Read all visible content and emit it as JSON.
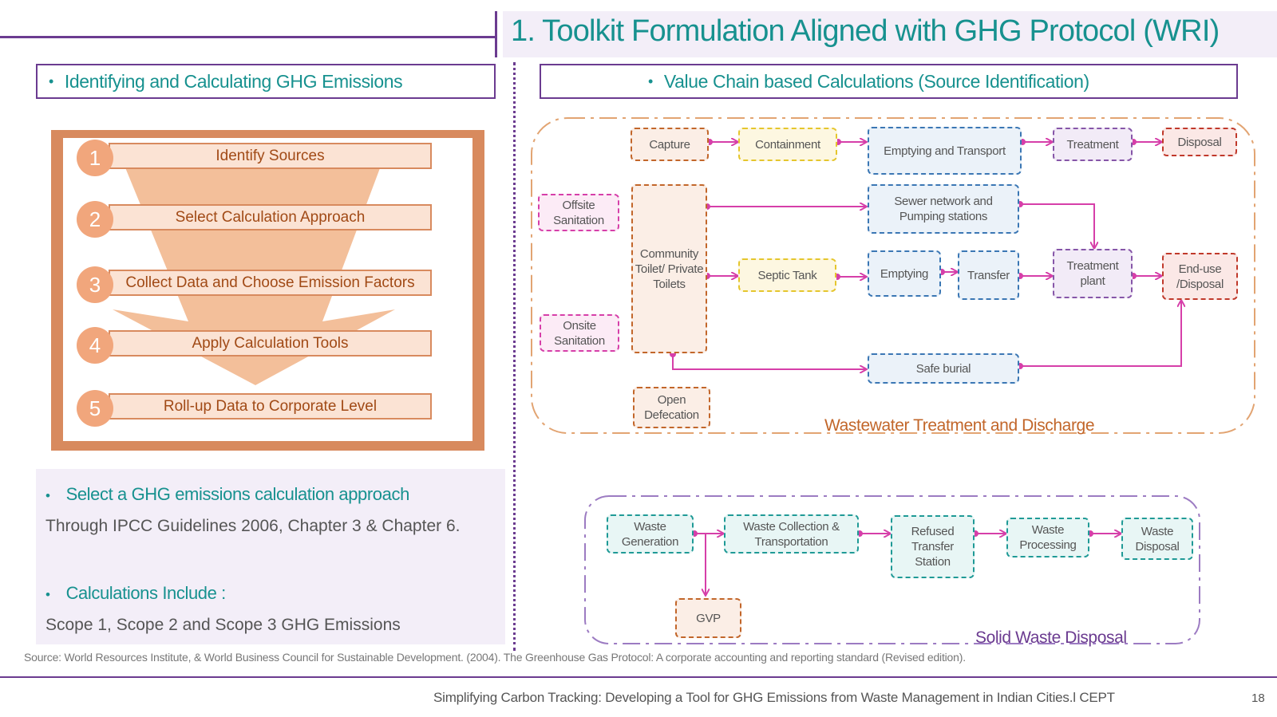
{
  "title": "1. Toolkit Formulation Aligned with GHG Protocol (WRI)",
  "left_header": "Identifying and Calculating GHG Emissions",
  "right_header": "Value Chain based Calculations (Source Identification)",
  "bullet": "•",
  "steps": [
    {
      "num": "1",
      "label": "Identify Sources"
    },
    {
      "num": "2",
      "label": "Select Calculation Approach"
    },
    {
      "num": "3",
      "label": "Collect Data and Choose Emission Factors"
    },
    {
      "num": "4",
      "label": "Apply Calculation Tools"
    },
    {
      "num": "5",
      "label": "Roll-up Data to Corporate Level"
    }
  ],
  "panel": {
    "heading1": "Select a GHG emissions calculation approach",
    "text1": "Through IPCC Guidelines 2006, Chapter 3 & Chapter 6.",
    "heading2": "Calculations Include :",
    "text2": "Scope 1, Scope 2 and Scope 3 GHG Emissions"
  },
  "wastewater": {
    "caption": "Wastewater Treatment and Discharge",
    "nodes": {
      "capture": "Capture",
      "containment": "Containment",
      "emptying_transport": "Emptying and Transport",
      "treatment": "Treatment",
      "disposal": "Disposal",
      "offsite": "Offsite Sanitation",
      "onsite": "Onsite Sanitation",
      "community": "Community Toilet/ Private Toilets",
      "sewer": "Sewer network and Pumping stations",
      "septic": "Septic Tank",
      "emptying": "Emptying",
      "transfer": "Transfer",
      "treatment_plant": "Treatment plant",
      "enduse": "End-use /Disposal",
      "safe_burial": "Safe burial",
      "open_defecation": "Open Defecation"
    }
  },
  "solid_waste": {
    "caption": "Solid Waste Disposal",
    "nodes": {
      "generation": "Waste Generation",
      "collection": "Waste Collection & Transportation",
      "refused": "Refused Transfer Station",
      "processing": "Waste Processing",
      "disposal": "Waste Disposal",
      "gvp": "GVP"
    }
  },
  "source": "Source: World Resources Institute, & World Business Council for Sustainable Development. (2004). The Greenhouse Gas Protocol: A corporate accounting and reporting standard (Revised edition).",
  "footer": "Simplifying Carbon Tracking: Developing a Tool for GHG Emissions from Waste Management in Indian Cities.l CEPT",
  "page_number": "18",
  "colors": {
    "accent_purple": "#6b3b90",
    "accent_teal": "#17918f",
    "arrow_pink": "#d63fa9",
    "step_orange": "#d88a5e"
  }
}
